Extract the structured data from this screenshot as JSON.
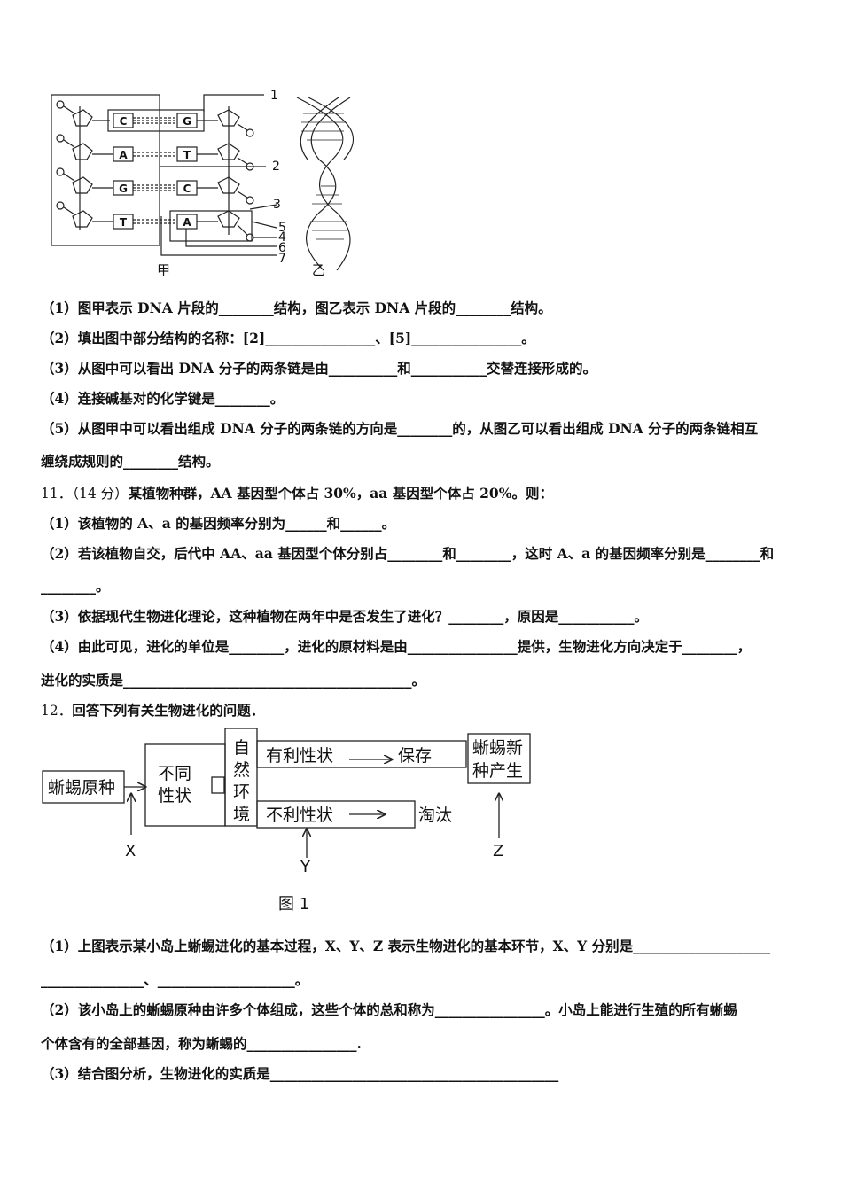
{
  "figure1": {
    "left_bases": [
      "C",
      "A",
      "G",
      "T"
    ],
    "right_bases": [
      "G",
      "T",
      "C",
      "A"
    ],
    "numbers": [
      "1",
      "2",
      "3",
      "5",
      "4",
      "6",
      "7"
    ],
    "label_jia": "甲",
    "label_yi": "乙"
  },
  "q10": {
    "l1": "（1）图甲表示 DNA 片段的________结构，图乙表示 DNA 片段的________结构。",
    "l2": "（2）填出图中部分结构的名称：[2]________________、[5]________________。",
    "l3": "（3）从图中可以看出 DNA 分子的两条链是由__________和___________交替连接形成的。",
    "l4": "（4）连接碱基对的化学键是________。",
    "l5": "（5）从图甲中可以看出组成 DNA 分子的两条链的方向是________的，从图乙可以看出组成 DNA 分子的两条链相互",
    "l6": "缠绕成规则的________结构。"
  },
  "q11": {
    "num": "11．（14 分）",
    "stem": "某植物种群，AA 基因型个体占 30%，aa 基因型个体占 20%。则：",
    "l1": "（1）该植物的 A、a 的基因频率分别为______和______。",
    "l2": "（2）若该植物自交，后代中 AA、aa 基因型个体分别占________和________，这时 A、a 的基因频率分别是________和",
    "l3": "________。",
    "l4": "（3）依据现代生物进化理论，这种植物在两年中是否发生了进化？________，原因是___________。",
    "l5": "（4）由此可见，进化的单位是________，进化的原材料是由________________提供，生物进化方向决定于________，",
    "l6": "进化的实质是__________________________________________。"
  },
  "q12": {
    "num": "12．",
    "stem": "回答下列有关生物进化的问题．",
    "l1": "（1）上图表示某小岛上蜥蜴进化的基本过程，X、Y、Z 表示生物进化的基本环节，X、Y 分别是____________________",
    "l2": "_______________、____________________。",
    "l3": "（2）该小岛上的蜥蜴原种由许多个体组成，这些个体的总和称为________________。小岛上能进行生殖的所有蜥蜴",
    "l4": "个体含有的全部基因，称为蜥蜴的________________.",
    "l5": "（3）结合图分析，生物进化的实质是__________________________________________"
  },
  "figure2": {
    "box_origin": "蜥蜴原种",
    "box_traits_1": "不同",
    "box_traits_2": "性状",
    "env_chars": [
      "自",
      "然",
      "环",
      "境"
    ],
    "favorable": "有利性状",
    "preserve": "保存",
    "unfavorable": "不利性状",
    "eliminate": "淘汰",
    "new_species_1": "蜥蜴新",
    "new_species_2": "种产生",
    "x": "X",
    "y": "Y",
    "z": "Z",
    "caption": "图 1"
  }
}
